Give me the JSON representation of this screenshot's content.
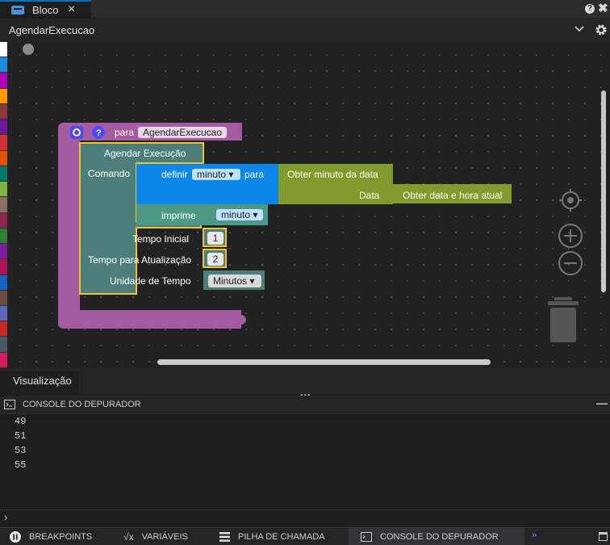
{
  "tab": {
    "label": "Bloco",
    "close": "×",
    "icon": "block-editor-icon"
  },
  "window": {
    "help": "?",
    "close": "✖"
  },
  "function_selector": {
    "value": "AgendarExecucao"
  },
  "toolbox_colors": [
    "#ffffff",
    "#1e88e5",
    "#b000b5",
    "#ff9800",
    "#8b3a3a",
    "#6a1b9a",
    "#d32f2f",
    "#e65100",
    "#00796b",
    "#7cb342",
    "#8d6e63",
    "#8e244d",
    "#2e7d32",
    "#7b1fa2",
    "#ad1457",
    "#1565c0",
    "#6d4c41",
    "#5c6bc0",
    "#c62828",
    "#455a64",
    "#d81b60"
  ],
  "blocks": {
    "proc": {
      "keyword": "para",
      "name": "AgendarExecucao",
      "color": "#a55b9f"
    },
    "schedule": {
      "title": "Agendar Execução",
      "command_label": "Comando",
      "start_label": "Tempo Inicial",
      "start_value": "1",
      "update_label": "Tempo para Atualização",
      "update_value": "2",
      "unit_label": "Unidade de Tempo",
      "unit_value": "Minutos",
      "color": "#4d7f7a"
    },
    "set": {
      "keyword": "definir",
      "var": "minuto",
      "to": "para",
      "color": "#0b87ea"
    },
    "get_minute": {
      "label": "Obter minuto da data",
      "data_label": "Data",
      "color": "#829b2d"
    },
    "get_now": {
      "label": "Obter data e hora atual",
      "color": "#829b2d"
    },
    "print": {
      "keyword": "imprime",
      "var": "minuto",
      "color": "#4d9a84"
    }
  },
  "visualization_tab": {
    "label": "Visualização"
  },
  "console": {
    "title": "CONSOLE DO DEPURADOR",
    "lines": [
      "49",
      "51",
      "53",
      "55"
    ]
  },
  "bottom_tabs": [
    "BREAKPOINTS",
    "VARIÁVEIS",
    "PILHA DE CHAMADA",
    "CONSOLE DO DEPURADOR"
  ],
  "more": "»"
}
